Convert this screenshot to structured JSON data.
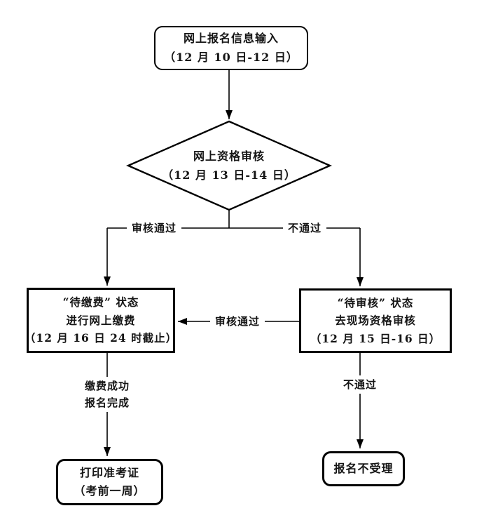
{
  "nodes": {
    "start": {
      "lines": [
        "网上报名信息输入",
        "（12 月 10 日-12 日）"
      ]
    },
    "review": {
      "lines": [
        "网上资格审核",
        "（12 月 13 日-14 日）"
      ]
    },
    "pay": {
      "lines": [
        "“待缴费” 状态",
        "进行网上缴费",
        "（12 月 16 日 24 时截止）"
      ]
    },
    "onsite": {
      "lines": [
        "“待审核” 状态",
        "去现场资格审核",
        "（12 月 15 日-16 日）"
      ]
    },
    "print": {
      "lines": [
        "打印准考证",
        "（考前一周）"
      ]
    },
    "reject": {
      "lines": [
        "报名不受理"
      ]
    }
  },
  "labels": {
    "pass1": "审核通过",
    "fail1": "不通过",
    "pass2": "审核通过",
    "fail2": "不通过",
    "paid": [
      "缴费成功",
      "报名完成"
    ]
  },
  "colors": {
    "line": "#000000",
    "text": "#151515",
    "background": "#ffffff"
  }
}
